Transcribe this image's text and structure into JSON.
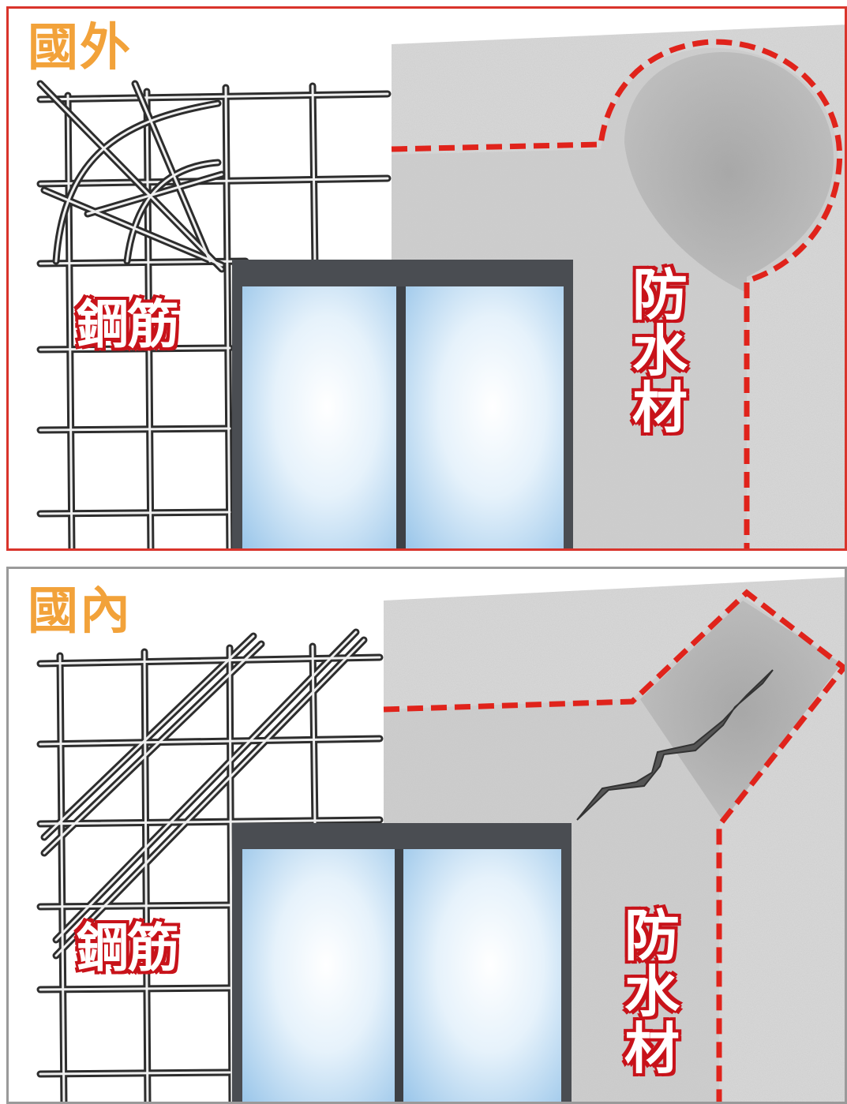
{
  "panels": {
    "top": {
      "title": "國外",
      "rebar_label": "鋼筋",
      "waterproof_label": "防水材",
      "border_color": "#d9342b"
    },
    "bottom": {
      "title": "國內",
      "rebar_label": "鋼筋",
      "waterproof_label": "防水材",
      "border_color": "#9a9a9a"
    }
  },
  "colors": {
    "title": "#f2a23a",
    "label_outline": "#c8141b",
    "dashed_line": "#e0231b",
    "concrete": "#d9d9d9",
    "window_frame": "#4a4d52",
    "glass": "#cfe6f6"
  }
}
